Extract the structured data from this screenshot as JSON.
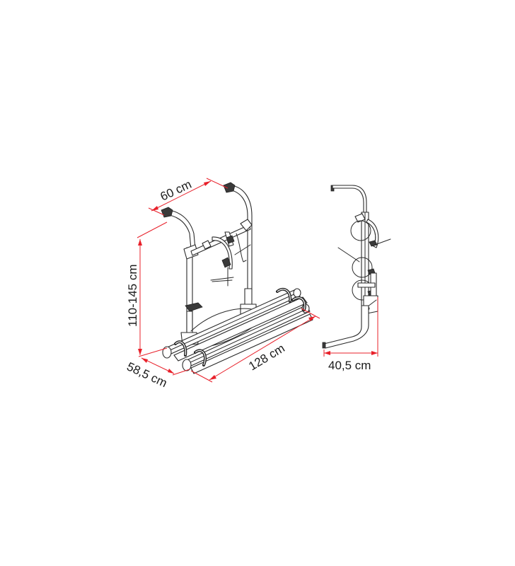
{
  "figure": {
    "subject": "rear bike carrier technical drawing",
    "views": [
      {
        "id": "perspective",
        "description": "isometric view of carrier with two wheel rails"
      },
      {
        "id": "side",
        "description": "side profile view"
      }
    ]
  },
  "dimensions": {
    "width_top": {
      "label": "60 cm"
    },
    "height": {
      "label": "110-145 cm"
    },
    "depth_base": {
      "label": "58,5 cm"
    },
    "rail_length": {
      "label": "128 cm"
    },
    "side_depth": {
      "label": "40,5 cm"
    }
  },
  "colors": {
    "dimension_line": "#e8202a",
    "outline": "#2a2a2a",
    "background": "#ffffff"
  }
}
